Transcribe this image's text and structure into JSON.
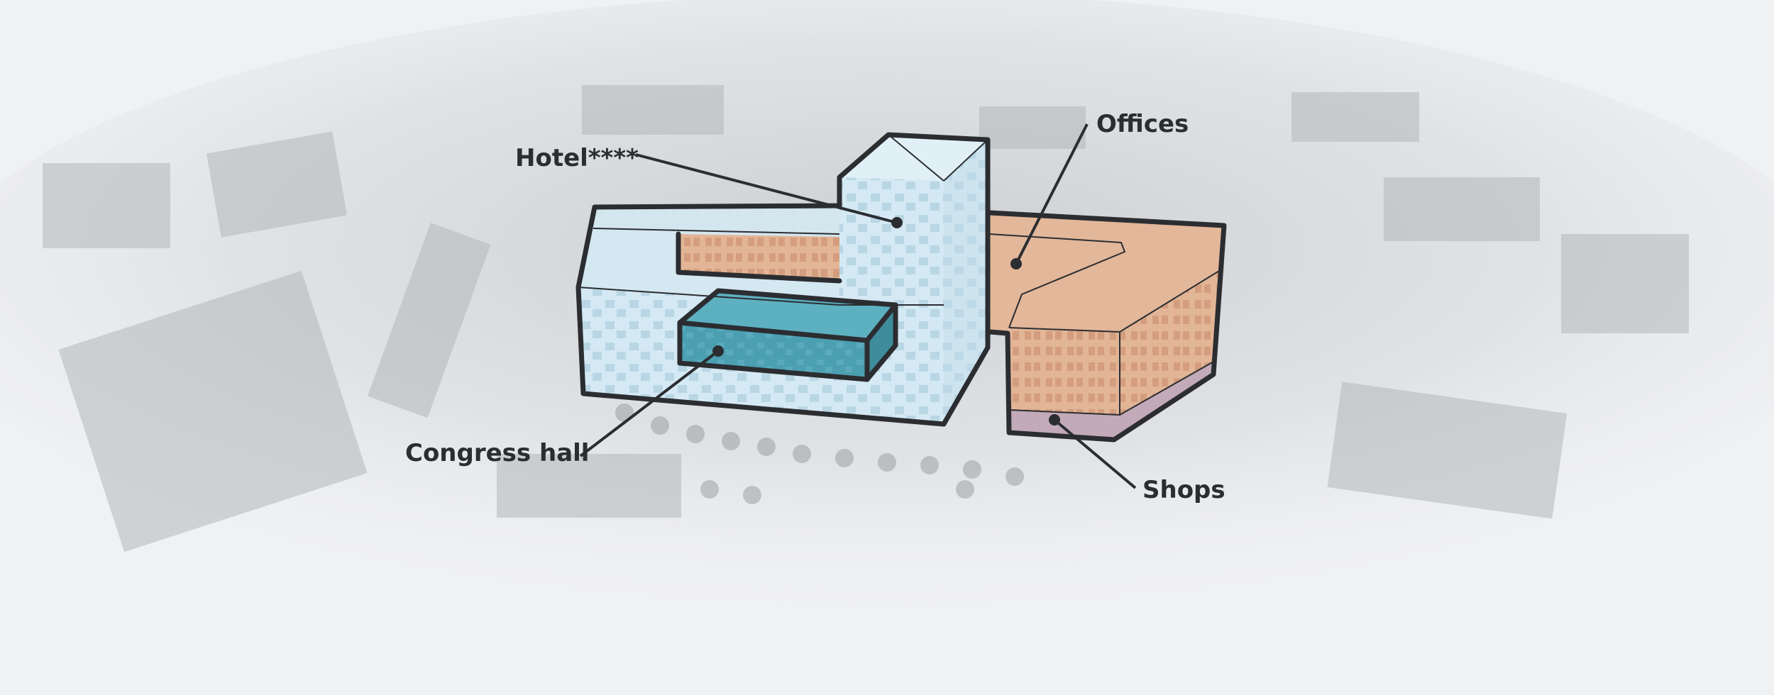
{
  "labels": {
    "hotel": "Hotel****",
    "offices": "Offices",
    "congress_hall": "Congress hall",
    "shops": "Shops"
  },
  "colors": {
    "background": "#f0f1f3",
    "hotel_glass": "#cfe6f1",
    "offices": "#e2b597",
    "congress_hall": "#4b9fb1",
    "shops": "#c2aab8",
    "outline": "#2b2d31"
  }
}
